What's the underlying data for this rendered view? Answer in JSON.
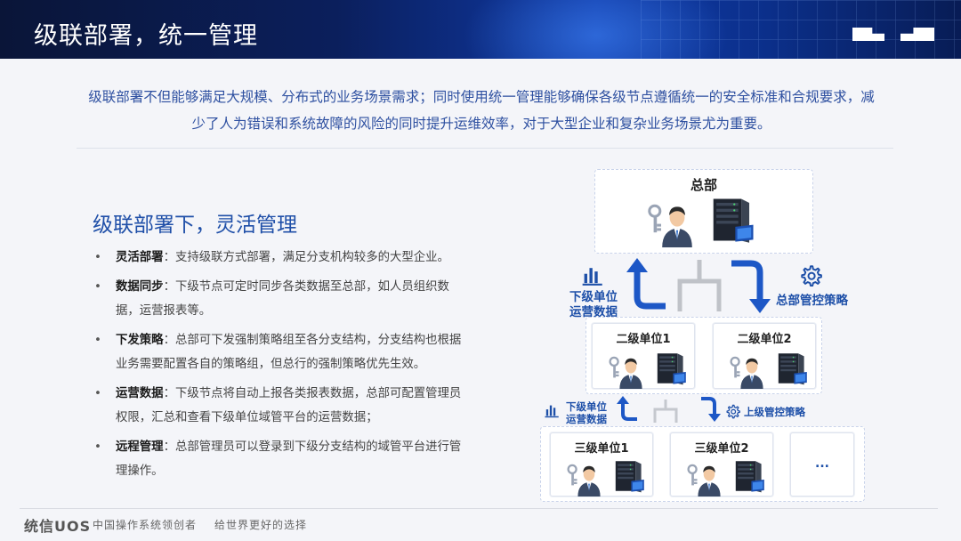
{
  "header": {
    "title": "级联部署，统一管理"
  },
  "intro": {
    "text": "级联部署不但能够满足大规模、分布式的业务场景需求；同时使用统一管理能够确保各级节点遵循统一的安全标准和合规要求，减少了人为错误和系统故障的风险的同时提升运维效率，对于大型企业和复杂业务场景尤为重要。"
  },
  "section": {
    "title": "级联部署下，灵活管理"
  },
  "bullets": [
    {
      "term": "灵活部署",
      "text": "：支持级联方式部署，满足分支机构较多的大型企业。"
    },
    {
      "term": "数据同步",
      "text": "：下级节点可定时同步各类数据至总部，如人员组织数据，运营报表等。"
    },
    {
      "term": "下发策略",
      "text": "：总部可下发强制策略组至各分支结构，分支结构也根据业务需要配置各自的策略组，但总行的强制策略优先生效。"
    },
    {
      "term": "运营数据",
      "text": "：下级节点将自动上报各类报表数据，总部可配置管理员权限，汇总和查看下级单位域管平台的运营数据；"
    },
    {
      "term": "远程管理",
      "text": "：总部管理员可以登录到下级分支结构的域管平台进行管理操作。"
    }
  ],
  "diagram": {
    "hq": "总部",
    "level2": [
      "二级单位1",
      "二级单位2"
    ],
    "level3": [
      "三级单位1",
      "三级单位2",
      "..."
    ],
    "up_label_1": "下级单位\n运营数据",
    "down_label_1": "总部管控策略",
    "up_label_2": "下级单位\n运营数据",
    "down_label_2": "上级管控策略"
  },
  "footer": {
    "logo": "统信UOS",
    "slogan_1": "中国操作系统领创者",
    "slogan_2": "给世界更好的选择"
  },
  "colors": {
    "accent": "#1d4fa8",
    "header_dark": "#0a1538",
    "header_blue": "#0f3aa8"
  }
}
